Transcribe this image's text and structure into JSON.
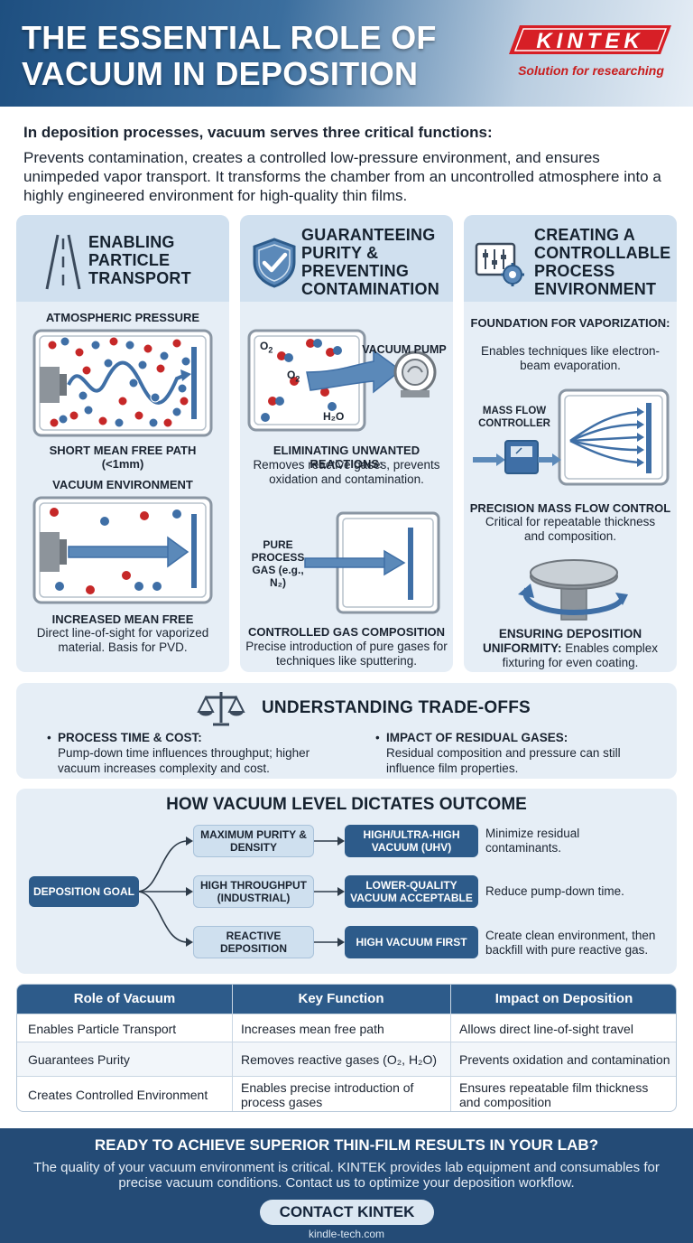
{
  "header": {
    "title": "THE ESSENTIAL ROLE OF VACUUM IN DEPOSITION",
    "brand": "KINTEK",
    "tagline": "Solution for researching"
  },
  "intro": {
    "lead": "In deposition processes, vacuum serves three critical functions:",
    "body": "Prevents contamination, creates a controlled low-pressure environment, and ensures unimpeded vapor transport. It transforms the chamber from an uncontrolled atmosphere into a highly engineered environment for high-quality thin films."
  },
  "panels": {
    "transport": {
      "title": "ENABLING PARTICLE TRANSPORT",
      "atm_label": "ATMOSPHERIC PRESSURE",
      "short_path": "SHORT MEAN FREE PATH (<1mm)",
      "vac_label": "VACUUM ENVIRONMENT",
      "increased_title": "INCREASED MEAN FREE",
      "increased_body": "Direct line-of-sight for vaporized material. Basis for PVD."
    },
    "purity": {
      "title": "GUARANTEEING PURITY & PREVENTING CONTAMINATION",
      "o2_a": "O",
      "o2_b": "O",
      "h2o": "H₂O",
      "pump_label": "VACUUM PUMP",
      "elim_title": "ELIMINATING UNWANTED REACTIONS:",
      "elim_body": "Removes reactive gases, prevents oxidation and contamination.",
      "pure_gas": "PURE PROCESS GAS (e.g., N₂)",
      "comp_title": "CONTROLLED GAS COMPOSITION",
      "comp_body": "Precise introduction of pure gases for techniques like sputtering."
    },
    "control": {
      "title": "CREATING A CONTROLLABLE PROCESS ENVIRONMENT",
      "found_title": "FOUNDATION FOR VAPORIZATION:",
      "found_body": "Enables techniques like electron-beam evaporation.",
      "mfc_label": "MASS FLOW CONTROLLER",
      "pmfc_title": "PRECISION MASS FLOW CONTROL",
      "pmfc_body": "Critical for repeatable thickness and composition.",
      "unif_title": "ENSURING DEPOSITION UNIFORMITY:",
      "unif_body": "Enables complex fixturing for even coating."
    }
  },
  "tradeoffs": {
    "title": "UNDERSTANDING TRADE-OFFS",
    "left_title": "PROCESS TIME & COST:",
    "left_body": "Pump-down time influences throughput; higher vacuum increases complexity and cost.",
    "right_title": "IMPACT OF RESIDUAL GASES:",
    "right_body": "Residual composition and pressure can still influence film properties."
  },
  "outcome": {
    "title": "HOW VACUUM LEVEL DICTATES OUTCOME",
    "goal": "DEPOSITION GOAL",
    "rows": [
      {
        "need": "MAXIMUM PURITY & DENSITY",
        "vacuum": "HIGH/ULTRA-HIGH VACUUM (UHV)",
        "note": "Minimize residual contaminants."
      },
      {
        "need": "HIGH THROUGHPUT (INDUSTRIAL)",
        "vacuum": "LOWER-QUALITY VACUUM ACCEPTABLE",
        "note": "Reduce pump-down time."
      },
      {
        "need": "REACTIVE DEPOSITION",
        "vacuum": "HIGH VACUUM FIRST",
        "note": "Create clean environment, then backfill with pure reactive gas."
      }
    ]
  },
  "table": {
    "headers": [
      "Role of Vacuum",
      "Key Function",
      "Impact on Deposition"
    ],
    "rows": [
      [
        "Enables Particle Transport",
        "Increases mean free path",
        "Allows direct line-of-sight travel"
      ],
      [
        "Guarantees Purity",
        "Removes reactive gases (O₂, H₂O)",
        "Prevents oxidation and contamination"
      ],
      [
        "Creates Controlled Environment",
        "Enables precise introduction of process gases",
        "Ensures repeatable film thickness and composition"
      ]
    ]
  },
  "footer": {
    "title": "READY TO ACHIEVE SUPERIOR THIN-FILM RESULTS IN YOUR LAB?",
    "body": "The quality of your vacuum environment is critical. KINTEK provides lab equipment and consumables for precise vacuum conditions. Contact us to optimize your deposition workflow.",
    "button": "CONTACT KINTEK",
    "url": "kindle-tech.com"
  },
  "colors": {
    "primary": "#2d5b8a",
    "panel_bg": "#e6eef6",
    "panel_head": "#d0e0ef",
    "brand_red": "#d71f26",
    "particle_red": "#c62828",
    "particle_blue": "#3f6fa6"
  }
}
